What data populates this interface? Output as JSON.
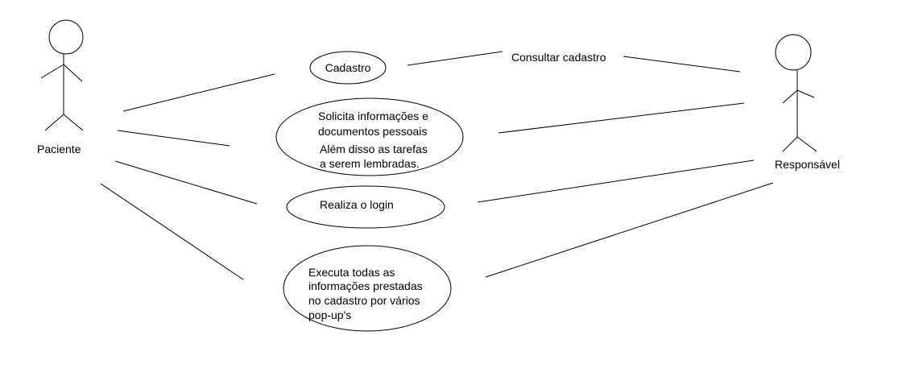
{
  "actors": {
    "patient": {
      "label": "Paciente"
    },
    "responsible": {
      "label": "Responsável"
    }
  },
  "use_cases": {
    "registration": {
      "label": "Cadastro"
    },
    "request_info": {
      "lines": [
        "Solicita informações e",
        "documentos pessoais",
        "Além disso as tarefas",
        "a serem lembradas."
      ]
    },
    "login": {
      "label": "Realiza o login"
    },
    "execute": {
      "lines": [
        "Executa todas as",
        "informações prestadas",
        "no cadastro por vários",
        "pop-up's"
      ]
    }
  },
  "associations": {
    "consult_label": "Consultar cadastro"
  }
}
